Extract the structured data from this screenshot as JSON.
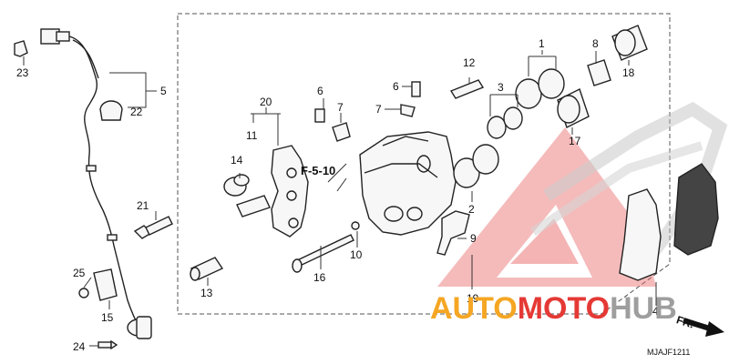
{
  "diagram": {
    "reference_label": "F-5-10",
    "direction_label": "FR.",
    "drawing_code": "MJAJF1211",
    "part_numbers": {
      "p1": "1",
      "p2": "2",
      "p3": "3",
      "p4": "4",
      "p5": "5",
      "p6a": "6",
      "p6b": "6",
      "p7a": "7",
      "p7b": "7",
      "p8": "8",
      "p9": "9",
      "p10": "10",
      "p11": "11",
      "p12": "12",
      "p13": "13",
      "p14": "14",
      "p15": "15",
      "p16": "16",
      "p17": "17",
      "p18": "18",
      "p19": "19",
      "p20": "20",
      "p21": "21",
      "p22": "22",
      "p23": "23",
      "p24": "24",
      "p25": "25"
    }
  },
  "watermark": {
    "text_part1": "AUTO",
    "text_part2": "MOTO",
    "text_part3": "HUB",
    "colors": {
      "orange": "#f5a623",
      "red": "#e53935",
      "gray": "#9e9e9e"
    }
  }
}
